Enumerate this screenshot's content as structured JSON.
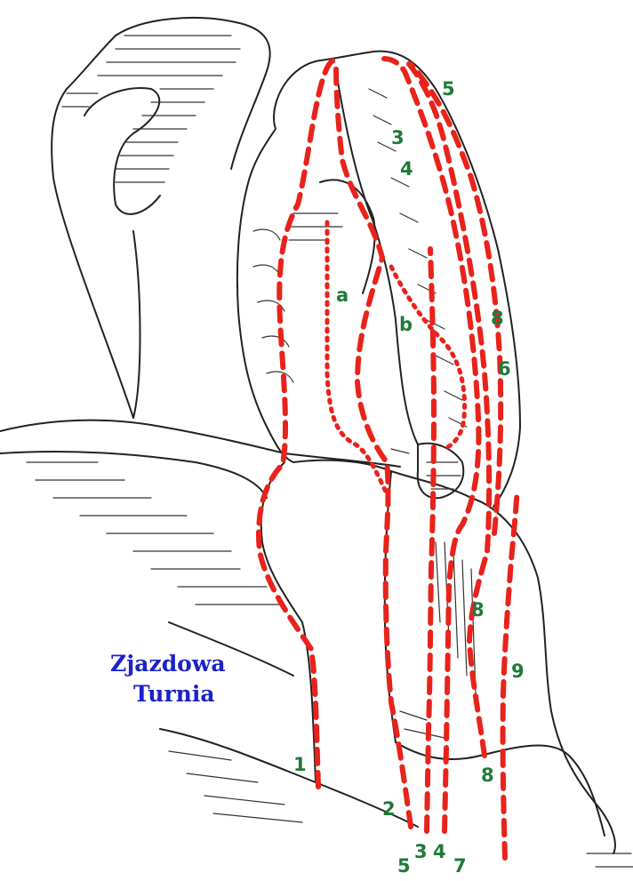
{
  "title": {
    "line1": "Zjazdowa",
    "line2": "Turnia"
  },
  "colors": {
    "route": "#e8231b",
    "label": "#1f7a3a",
    "title": "#1a22c8",
    "sketch": "#222222"
  },
  "route_labels": {
    "n1": "1",
    "n2": "2",
    "n3_top": "3",
    "n3_bottom": "3",
    "n4_top": "4",
    "n4_bottom": "4",
    "n5_top": "5",
    "n5_bottom": "5",
    "n6": "6",
    "n7": "7",
    "n8_mid": "8",
    "n8_lower": "8",
    "n8_bottom": "8",
    "n9": "9",
    "a": "a",
    "b": "b"
  }
}
